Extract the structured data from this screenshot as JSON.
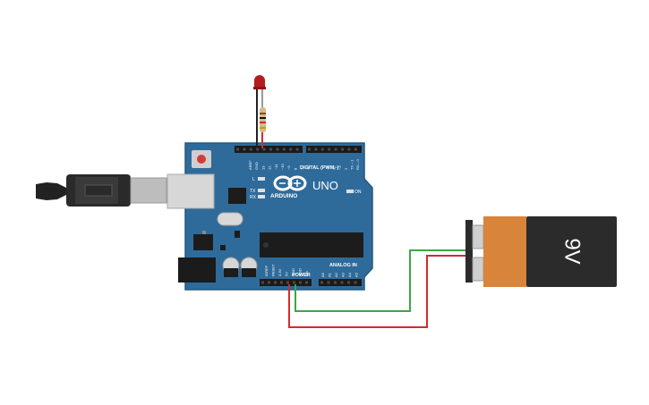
{
  "board": {
    "brand": "ARDUINO",
    "model": "UNO",
    "on_label": "ON",
    "digital_header_label": "DIGITAL (PWM~)",
    "power_header_label": "POWER",
    "analog_header_label": "ANALOG IN",
    "led_l": "L",
    "led_tx": "TX",
    "led_rx": "RX",
    "digital_pins": [
      "AREF",
      "GND",
      "13",
      "12",
      "~11",
      "~10",
      "~9",
      "8",
      "7",
      "~6",
      "~5",
      "4",
      "~3",
      "2",
      "TX→1",
      "RX←0"
    ],
    "power_pins": [
      "IOREF",
      "RESET",
      "3.3V",
      "5V",
      "GND",
      "GND",
      "Vin"
    ],
    "analog_pins": [
      "A0",
      "A1",
      "A2",
      "A3",
      "A4",
      "A5"
    ]
  },
  "battery": {
    "label": "9V"
  },
  "colors": {
    "board": "#2f6b9a",
    "board_dark": "#1f4d73",
    "wire_red": "#d12c2c",
    "wire_green": "#3aa844",
    "wire_black": "#222222",
    "battery_orange": "#d8843b",
    "battery_dark": "#2b2b2b",
    "led_red": "#b31d1d"
  },
  "icons": [
    "usb-cable",
    "led",
    "resistor",
    "battery-9v",
    "arduino-logo"
  ]
}
